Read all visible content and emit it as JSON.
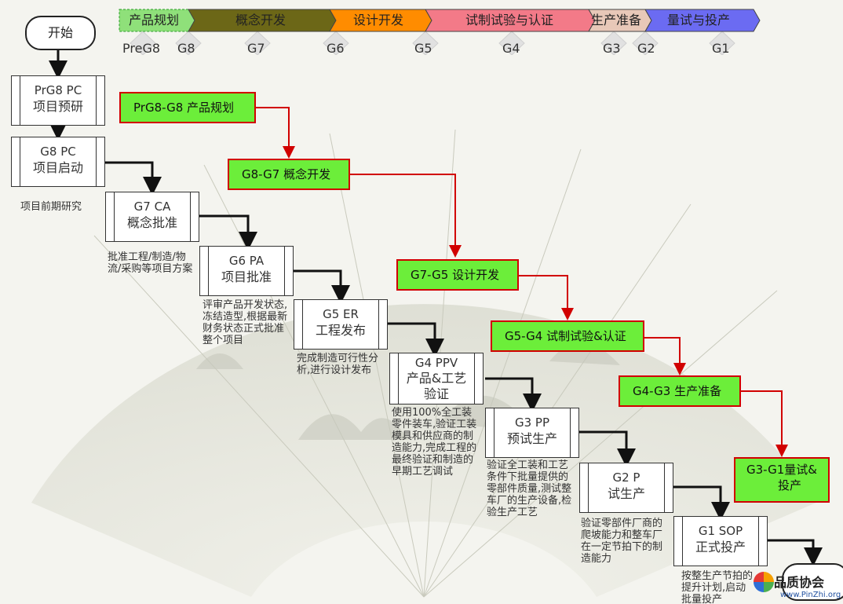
{
  "stages": [
    {
      "label": "产品规划",
      "color": "#8fe07a"
    },
    {
      "label": "概念开发",
      "color": "#6c6717"
    },
    {
      "label": "设计开发",
      "color": "#ff8c00"
    },
    {
      "label": "试制试验与认证",
      "color": "#f37a88"
    },
    {
      "label": "生产准备",
      "color": "#e8c8b8"
    },
    {
      "label": "量试与投产",
      "color": "#6b6bf2"
    }
  ],
  "gate_labels": [
    "PreG8",
    "G8",
    "G7",
    "G6",
    "G5",
    "G4",
    "G3",
    "G2",
    "G1"
  ],
  "start_label": "开始",
  "gates": [
    {
      "code": "PrG8   PC",
      "name": "项目预研"
    },
    {
      "code": "G8   PC",
      "name": "项目启动"
    },
    {
      "code": "G7   CA",
      "name": "概念批准"
    },
    {
      "code": "G6   PA",
      "name": "项目批准"
    },
    {
      "code": "G5   ER",
      "name": "工程发布"
    },
    {
      "code": "G4   PPV",
      "name": "产品&工艺",
      "name2": "验证"
    },
    {
      "code": "G3   PP",
      "name": "预试生产"
    },
    {
      "code": "G2   P",
      "name": "试生产"
    },
    {
      "code": "G1   SOP",
      "name": "正式投产"
    }
  ],
  "notes": [
    "项目前期研究",
    "批准工程/制造/物流/采购等项目方案",
    "评审产品开发状态,冻结造型,根据最新财务状态正式批准整个项目",
    "完成制造可行性分析,进行设计发布",
    "使用100%全工装零件装车,验证工装模具和供应商的制造能力,完成工程的最终验证和制造的早期工艺调试",
    "验证全工装和工艺条件下批量提供的零部件质量,测试整车厂的生产设备,检验生产工艺",
    "验证零部件厂商的爬坡能力和整车厂在一定节拍下的制造能力",
    "按整生产节拍的提升计划,启动批量投产"
  ],
  "phases": [
    {
      "label": "PrG8-G8 产品规划"
    },
    {
      "label": "G8-G7 概念开发"
    },
    {
      "label": "G7-G5 设计开发"
    },
    {
      "label": "G5-G4 试制试验&认证"
    },
    {
      "label": "G4-G3 生产准备"
    },
    {
      "label": "G3-G1量试&",
      "label2": "投产"
    }
  ],
  "watermark": {
    "brand": "品质协会",
    "url": "www.PinZhi.org"
  }
}
